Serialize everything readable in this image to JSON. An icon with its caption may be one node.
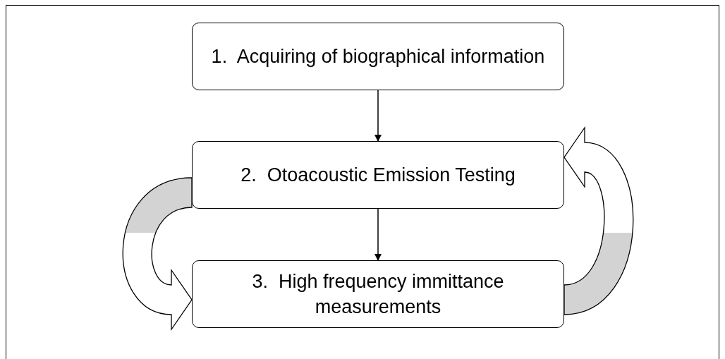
{
  "diagram": {
    "nodes": [
      {
        "text": [
          "1.  Acquiring of biographical information"
        ]
      },
      {
        "text": [
          "2.  Otoacoustic Emission Testing"
        ]
      },
      {
        "text": [
          "3.  High frequency immittance measurements"
        ]
      }
    ],
    "edges": [
      {
        "from": 0,
        "to": 1,
        "arrow": "to"
      },
      {
        "from": 1,
        "to": 2,
        "arrow": "to"
      },
      {
        "from": 1,
        "to": 2,
        "arrow": "to",
        "style": "thick"
      },
      {
        "from": 2,
        "to": 1,
        "arrow": "to",
        "style": "thick"
      }
    ]
  }
}
